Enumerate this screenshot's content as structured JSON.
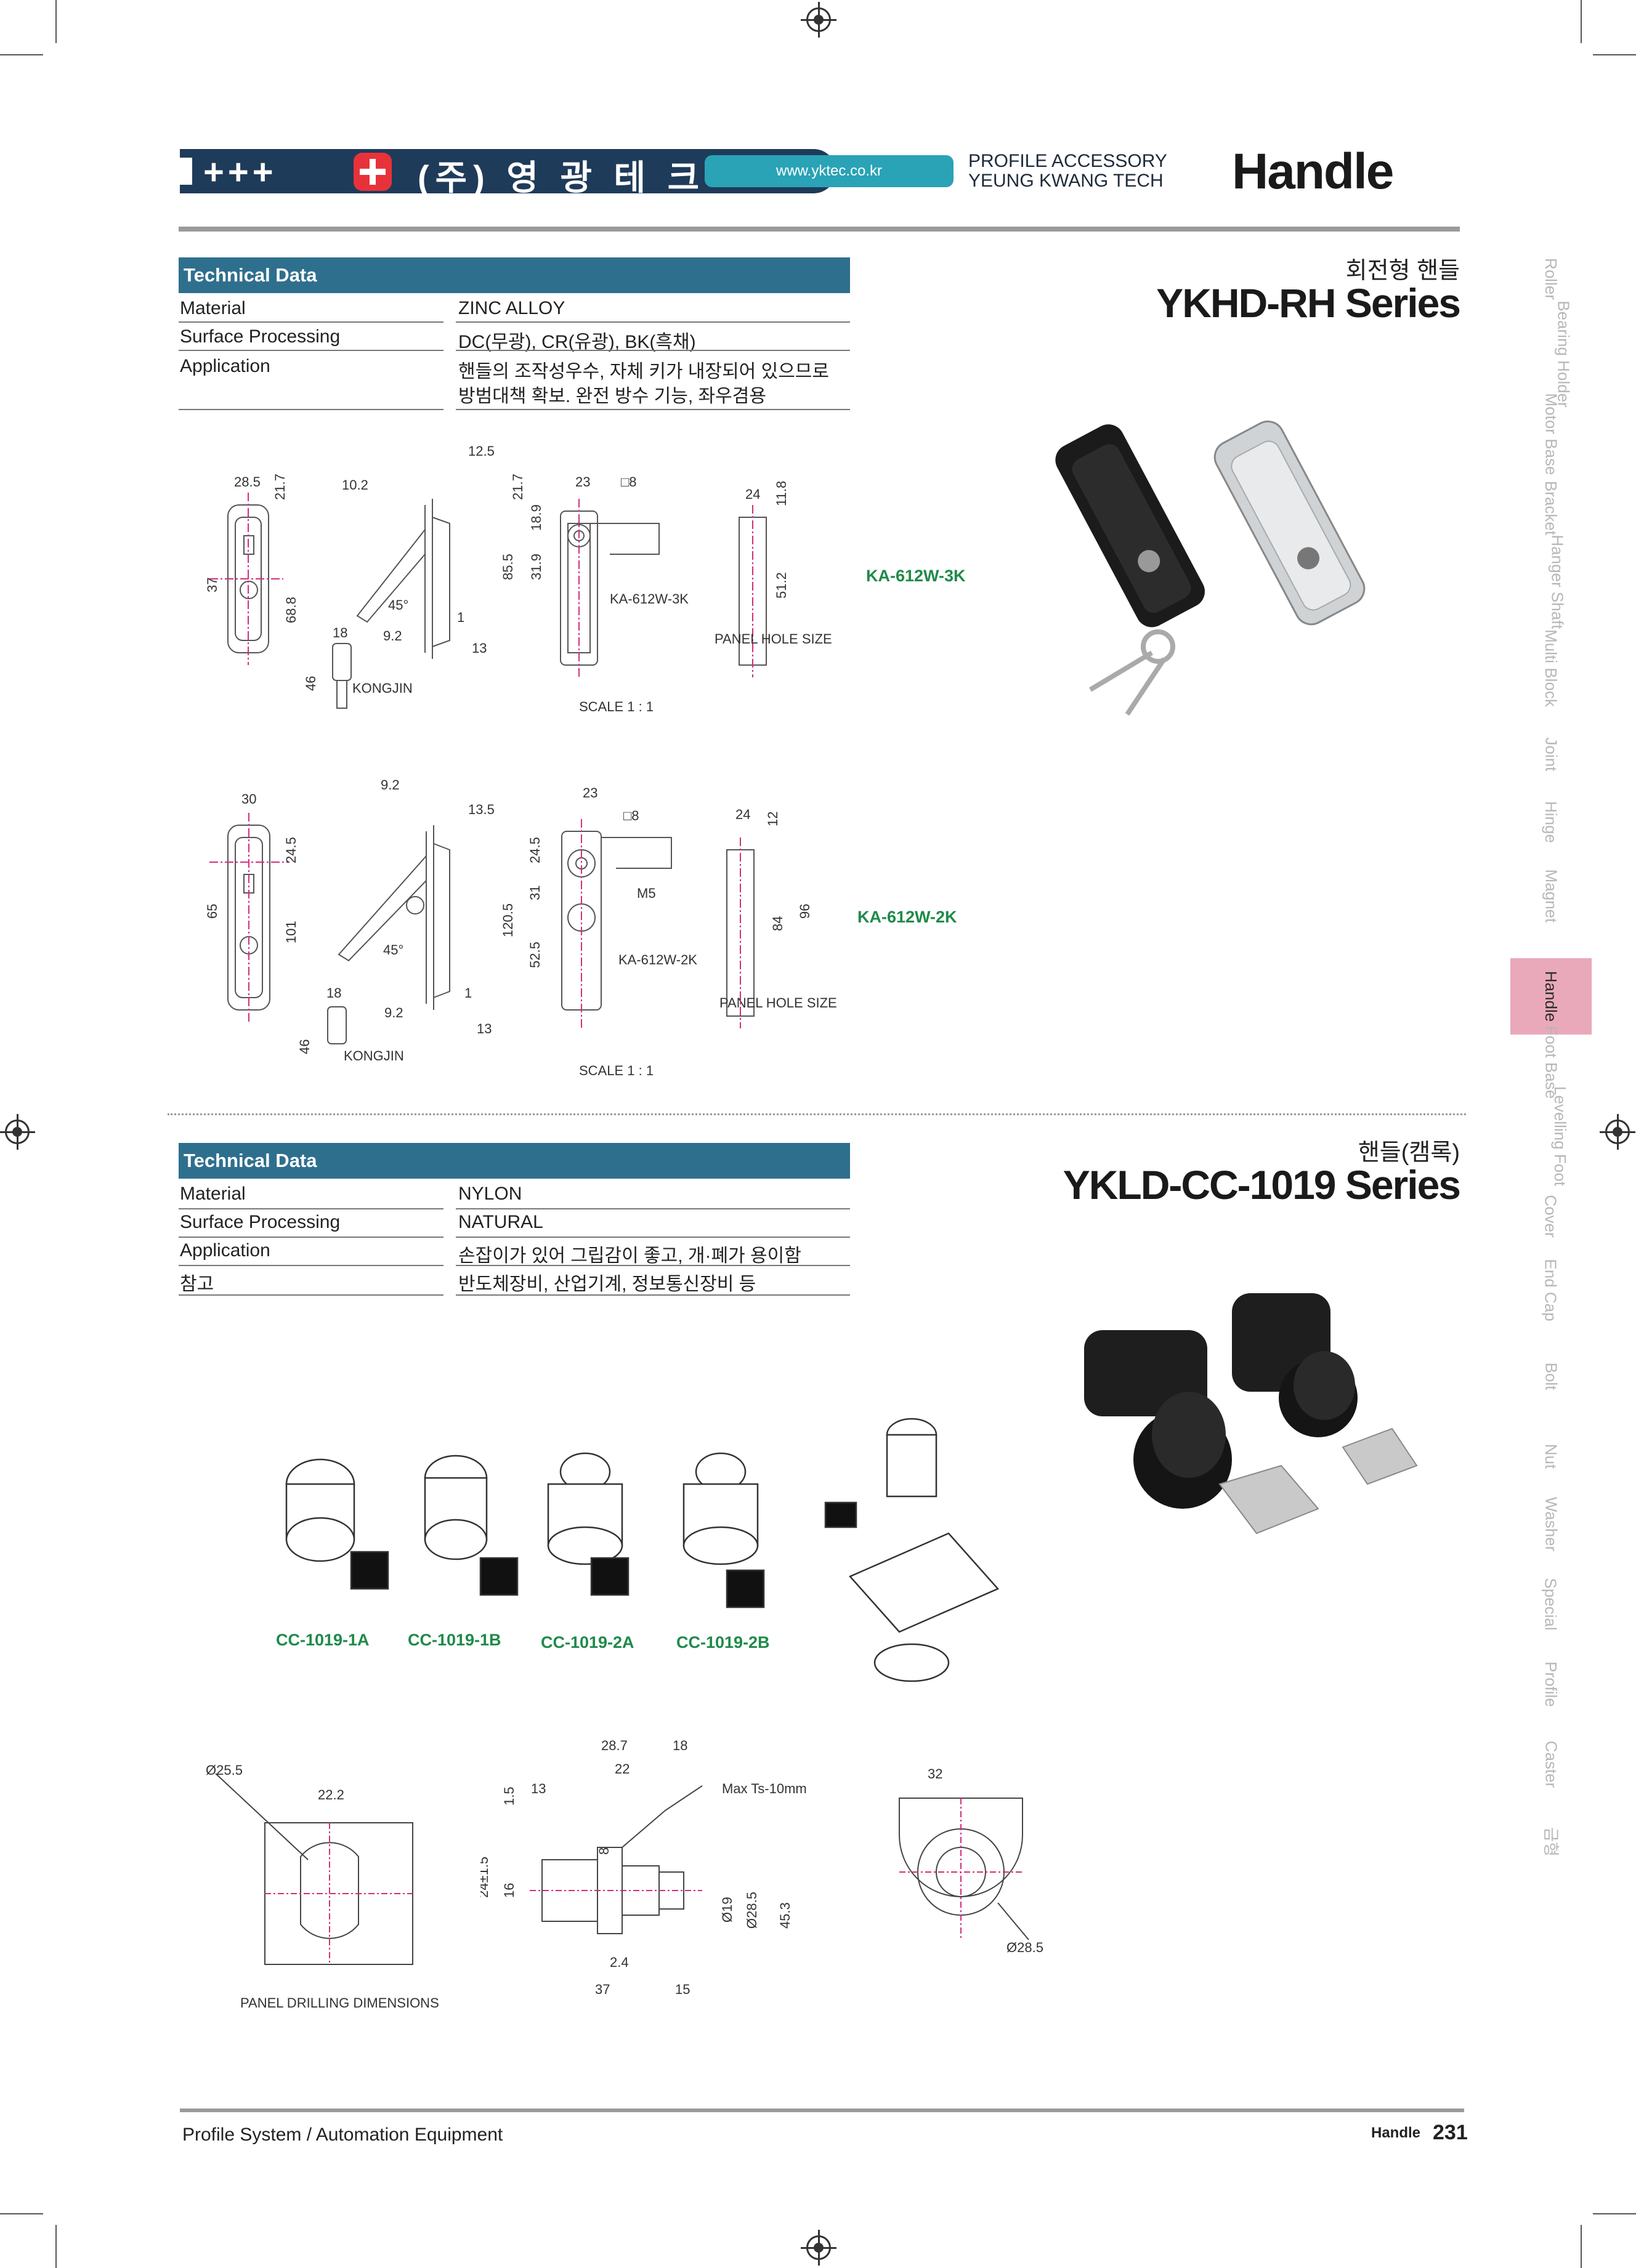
{
  "header": {
    "plus_marks": "+++",
    "company_korean": "(주) 영 광 테 크",
    "url": "www.yktec.co.kr",
    "profile_accessory": "PROFILE ACCESSORY",
    "yeung_kwang": "YEUNG KWANG TECH",
    "section_title": "Handle"
  },
  "section1": {
    "table_title": "Technical Data",
    "rows": [
      {
        "label": "Material",
        "value": "ZINC ALLOY"
      },
      {
        "label": "Surface Processing",
        "value": "DC(무광), CR(유광), BK(흑채)"
      },
      {
        "label": "Application",
        "value": "핸들의 조작성우수, 자체 키가 내장되어 있으므로",
        "value2": "방범대책 확보.  완전 방수 기능, 좌우겸용"
      }
    ],
    "series_korean": "회전형 핸들",
    "series_title": "YKHD-RH Series",
    "model_a": "KA-612W-3K",
    "model_b": "KA-612W-2K",
    "drawing_a": {
      "dims": [
        "28.5",
        "21.7",
        "37",
        "68.8",
        "10.2",
        "45°",
        "12.5",
        "18",
        "9.2",
        "1",
        "13",
        "46",
        "21.7",
        "23",
        "□8",
        "85.5",
        "31.9",
        "18.9",
        "24",
        "11.8",
        "51.2"
      ],
      "part_label": "KA-612W-3K",
      "key_label": "KONGJIN",
      "panel_label": "PANEL HOLE SIZE",
      "scale": "SCALE 1 : 1"
    },
    "drawing_b": {
      "dims": [
        "30",
        "24.5",
        "65",
        "101",
        "9.2",
        "13.5",
        "45°",
        "18",
        "9.2",
        "1",
        "13",
        "46",
        "23",
        "□8",
        "24.5",
        "31",
        "120.5",
        "52.5",
        "M5",
        "24",
        "12",
        "84",
        "96"
      ],
      "part_label": "KA-612W-2K",
      "key_label": "KONGJIN",
      "panel_label": "PANEL HOLE SIZE",
      "scale": "SCALE 1 : 1"
    }
  },
  "section2": {
    "table_title": "Technical Data",
    "rows": [
      {
        "label": "Material",
        "value": "NYLON"
      },
      {
        "label": "Surface Processing",
        "value": "NATURAL"
      },
      {
        "label": "Application",
        "value": "손잡이가 있어 그립감이 좋고, 개·폐가 용이함"
      },
      {
        "label": "참고",
        "value": "반도체장비, 산업기계, 정보통신장비 등"
      }
    ],
    "series_korean": "핸들(캠록)",
    "series_title": "YKLD-CC-1019 Series",
    "variants": [
      "CC-1019-1A",
      "CC-1019-1B",
      "CC-1019-2A",
      "CC-1019-2B"
    ],
    "drill": {
      "d1": "Ø25.5",
      "d2": "22.2",
      "label": "PANEL DRILLING DIMENSIONS"
    },
    "side_dims": [
      "28.7",
      "18",
      "22",
      "13",
      "1.5",
      "Max Ts-10mm",
      "8",
      "24±1.5",
      "16",
      "Ø19",
      "Ø28.5",
      "45.3",
      "2.4",
      "37",
      "15"
    ],
    "front_dims": [
      "32",
      "Ø28.5"
    ]
  },
  "side_index": [
    "Roller",
    "Bearing Holder",
    "Motor Base",
    "Bracket",
    "Hanger Shaft",
    "Multi Block",
    "Joint",
    "Hinge",
    "Magnet",
    "Handle",
    "Foot Base",
    "Levelling Foot",
    "Cover",
    "End Cap",
    "Bolt",
    "Nut",
    "Washer",
    "Special",
    "Profile",
    "Caster",
    "금형"
  ],
  "footer": {
    "left": "Profile System / Automation Equipment",
    "section": "Handle",
    "page": "231"
  },
  "colors": {
    "header_bar": "#1f3b5a",
    "table_header": "#2f6f8e",
    "model_green": "#1f8a4a",
    "side_active": "#e9a9ba"
  }
}
